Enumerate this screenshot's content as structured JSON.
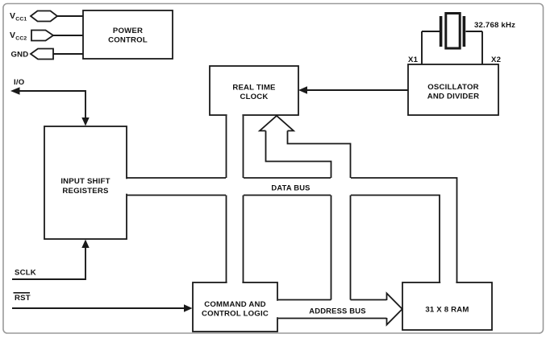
{
  "colors": {
    "line": "#1a1a1a",
    "frame": "#9a9a9a",
    "background": "#ffffff"
  },
  "blocks": {
    "power_control": {
      "line1": "POWER",
      "line2": "CONTROL"
    },
    "real_time_clock": {
      "line1": "REAL TIME",
      "line2": "CLOCK"
    },
    "oscillator_divider": {
      "line1": "OSCILLATOR",
      "line2": "AND DIVIDER"
    },
    "input_shift_registers": {
      "line1": "INPUT SHIFT",
      "line2": "REGISTERS"
    },
    "command_control_logic": {
      "line1": "COMMAND AND",
      "line2": "CONTROL LOGIC"
    },
    "ram": {
      "label": "31 X 8 RAM"
    }
  },
  "pins": {
    "vcc1": {
      "base": "V",
      "sub": "CC1"
    },
    "vcc2": {
      "base": "V",
      "sub": "CC2"
    },
    "gnd": "GND",
    "io": "I/O",
    "sclk": "SCLK",
    "rst": "RST",
    "x1": "X1",
    "x2": "X2"
  },
  "buses": {
    "data": "DATA BUS",
    "address": "ADDRESS BUS"
  },
  "crystal": {
    "frequency": "32.768 kHz"
  }
}
